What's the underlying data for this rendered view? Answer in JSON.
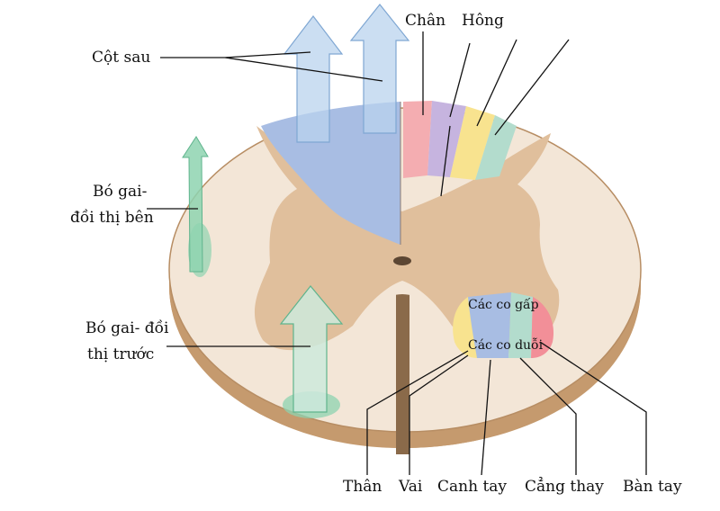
{
  "labels": {
    "cot_sau": "Cột sau",
    "chan": "Chân",
    "hong": "Hông",
    "bo_gai_ben_1": "Bó gai-",
    "bo_gai_ben_2": "đồi thị bên",
    "bo_gai_truoc_1": "Bó gai- đồi",
    "bo_gai_truoc_2": "thị trước",
    "co_gap": "Các co gấp",
    "co_duoi": "Các co duỗi",
    "than": "Thân",
    "vai": "Vai",
    "canh_tay": "Canh tay",
    "cang_thay": "Cẳng thay",
    "ban_tay": "Bàn tay"
  },
  "colors": {
    "white_matter": "#f3e6d7",
    "gray_matter": "#e0bf9c",
    "side_edge": "#c59a6e",
    "dorsal_column": "#a8bde3",
    "arrow_blue": "#b9d3ee",
    "tract_green": "#8ed3b0",
    "leg_pink": "#f4adb1",
    "hip_purple": "#c6b4df",
    "yellow": "#f8e38f",
    "teal": "#b3dccd",
    "hand_red": "#f28f98"
  }
}
